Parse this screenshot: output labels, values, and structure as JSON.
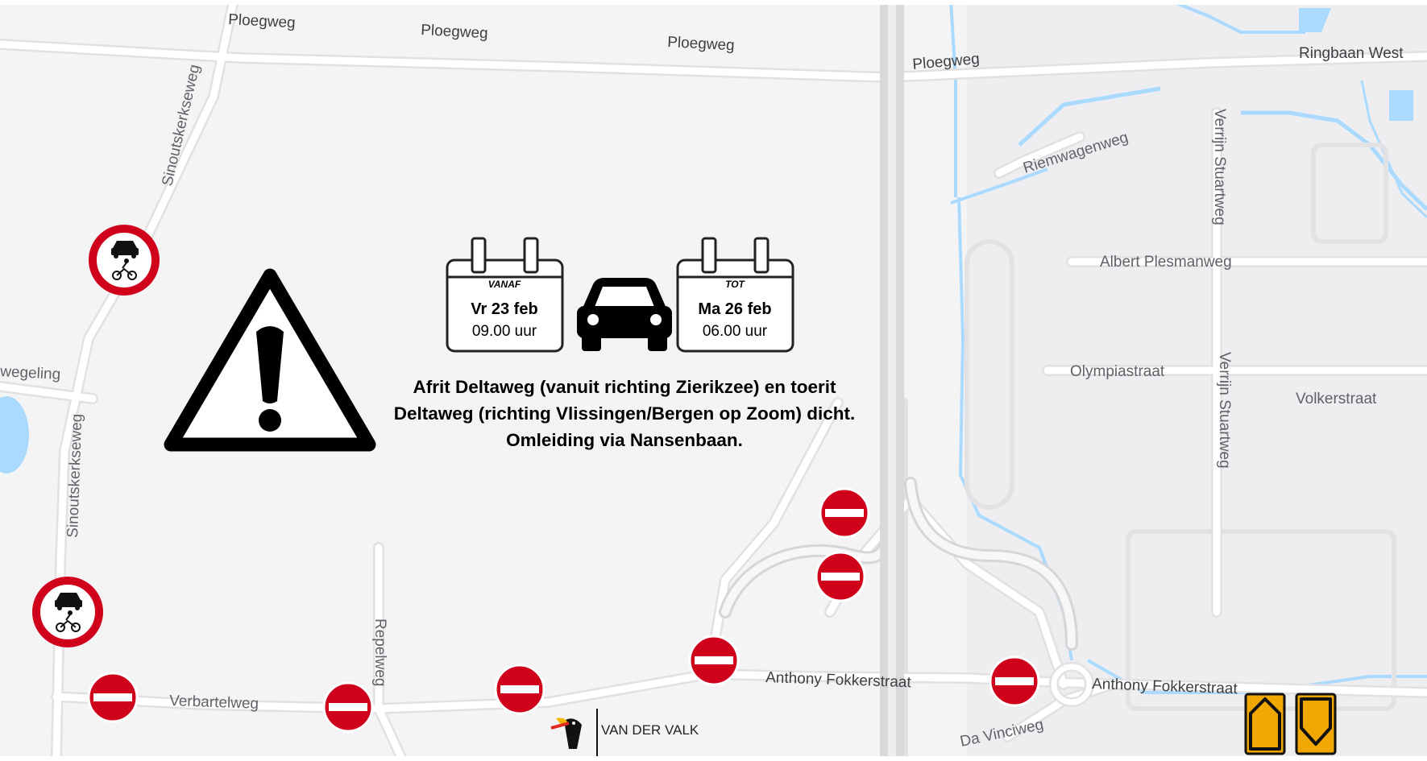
{
  "streets": {
    "ploegweg_1": "Ploegweg",
    "ploegweg_2": "Ploegweg",
    "ploegweg_3": "Ploegweg",
    "ploegweg_4": "Ploegweg",
    "ringbaan_west": "Ringbaan West",
    "riemwagenweg": "Riemwagenweg",
    "verrijn_stuartweg_1": "Verrijn Stuartweg",
    "verrijn_stuartweg_2": "Verrijn Stuartweg",
    "albert_plesmanweg": "Albert Plesmanweg",
    "olympiastraat": "Olympiastraat",
    "volkerstraat": "Volkerstraat",
    "sinoutskerkseweg_1": "Sinoutskerkseweg",
    "sinoutskerkseweg_2": "Sinoutskerkseweg",
    "wegeling": "wegeling",
    "repelweg": "Repelweg",
    "verbartelweg": "Verbartelweg",
    "anthony_fokkerstraat_1": "Anthony Fokkerstraat",
    "anthony_fokkerstraat_2": "Anthony Fokkerstraat",
    "da_vinciweg": "Da Vinciweg"
  },
  "calendar_from": {
    "label": "VANAF",
    "date": "Vr 23 feb",
    "time": "09.00 uur"
  },
  "calendar_to": {
    "label": "TOT",
    "date": "Ma 26 feb",
    "time": "06.00 uur"
  },
  "notice": {
    "line1": "Afrit Deltaweg (vanuit richting Zierikzee) en toerit",
    "line2": "Deltaweg (richting Vlissingen/Bergen op Zoom) dicht.",
    "line3": "Omleiding via Nansenbaan."
  },
  "poi": {
    "hotel_name": "VAN DER VALK"
  },
  "icons": {
    "warning": "warning-triangle-icon",
    "car": "car-icon",
    "no_entry": "no-entry-sign-icon",
    "closed_all_vehicles": "closed-motor-vehicles-sign-icon",
    "hotel_logo": "toucan-logo-icon",
    "nav_up": "arrow-up-icon",
    "nav_down": "arrow-down-icon"
  },
  "colors": {
    "map_background": "#f4f4f5",
    "road": "#ffffff",
    "road_casing": "#e1e1e3",
    "highway": "#d9d9db",
    "water": "#aadaff",
    "sign_red": "#d0021b",
    "nav_orange": "#f0a800"
  }
}
